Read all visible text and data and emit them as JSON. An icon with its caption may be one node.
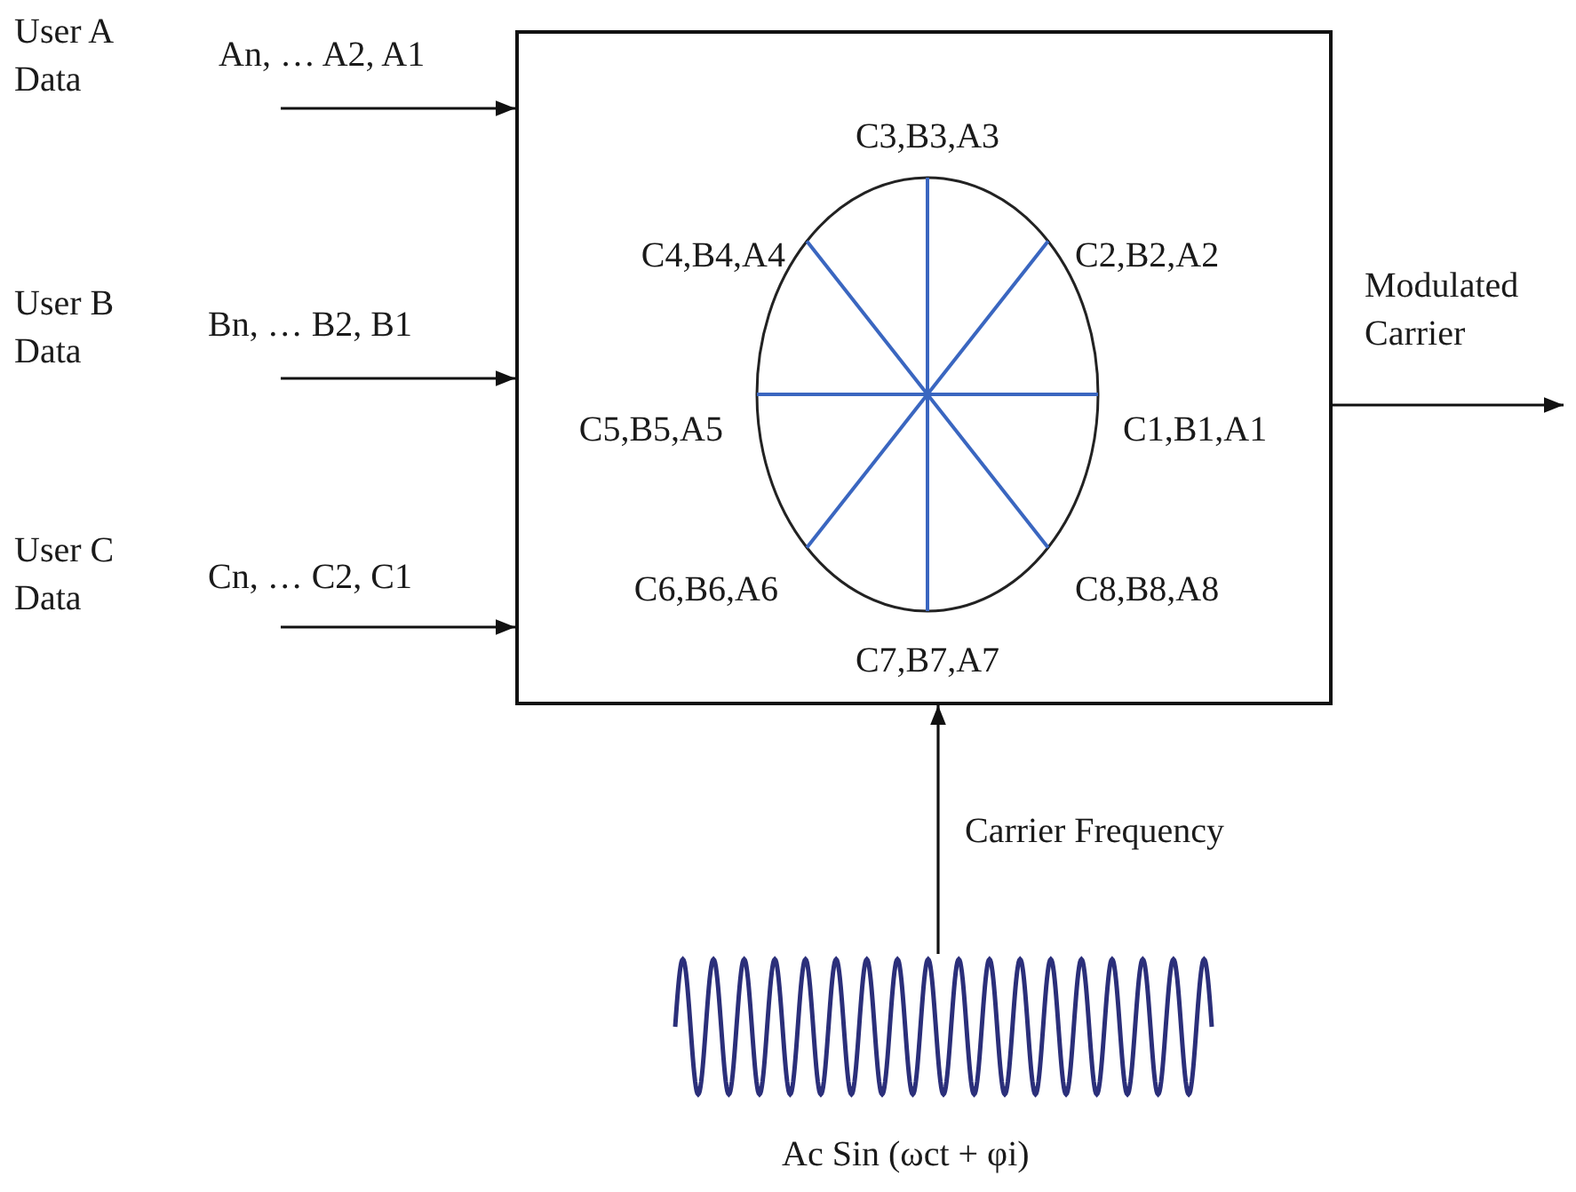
{
  "diagram": {
    "nodes": [
      {
        "text": [],
        "shape": "box"
      },
      {
        "text": [],
        "shape": "picture",
        "beside": [
          "Ac Sin (ωct + φi)"
        ]
      }
    ],
    "edges": [
      {
        "from": null,
        "to": 0,
        "arrow": "to",
        "label": "An, … A2, A1"
      },
      {
        "from": null,
        "to": 0,
        "arrow": "to",
        "label": "Bn, … B2, B1"
      },
      {
        "from": null,
        "to": 0,
        "arrow": "to",
        "label": "Cn, … C2, C1"
      },
      {
        "from": 1,
        "to": 0,
        "arrow": "to",
        "label": "Carrier Frequency"
      },
      {
        "from": 0,
        "to": null,
        "arrow": "to",
        "label": "Modulated Carrier"
      }
    ],
    "labels": [
      "User A Data",
      "User B Data",
      "User C Data",
      "C3,B3,A3",
      "C4,B4,A4",
      "C2,B2,A2",
      "C5,B5,A5",
      "C1,B1,A1",
      "C6,B6,A6",
      "C8,B8,A8",
      "C7,B7,A7"
    ]
  }
}
